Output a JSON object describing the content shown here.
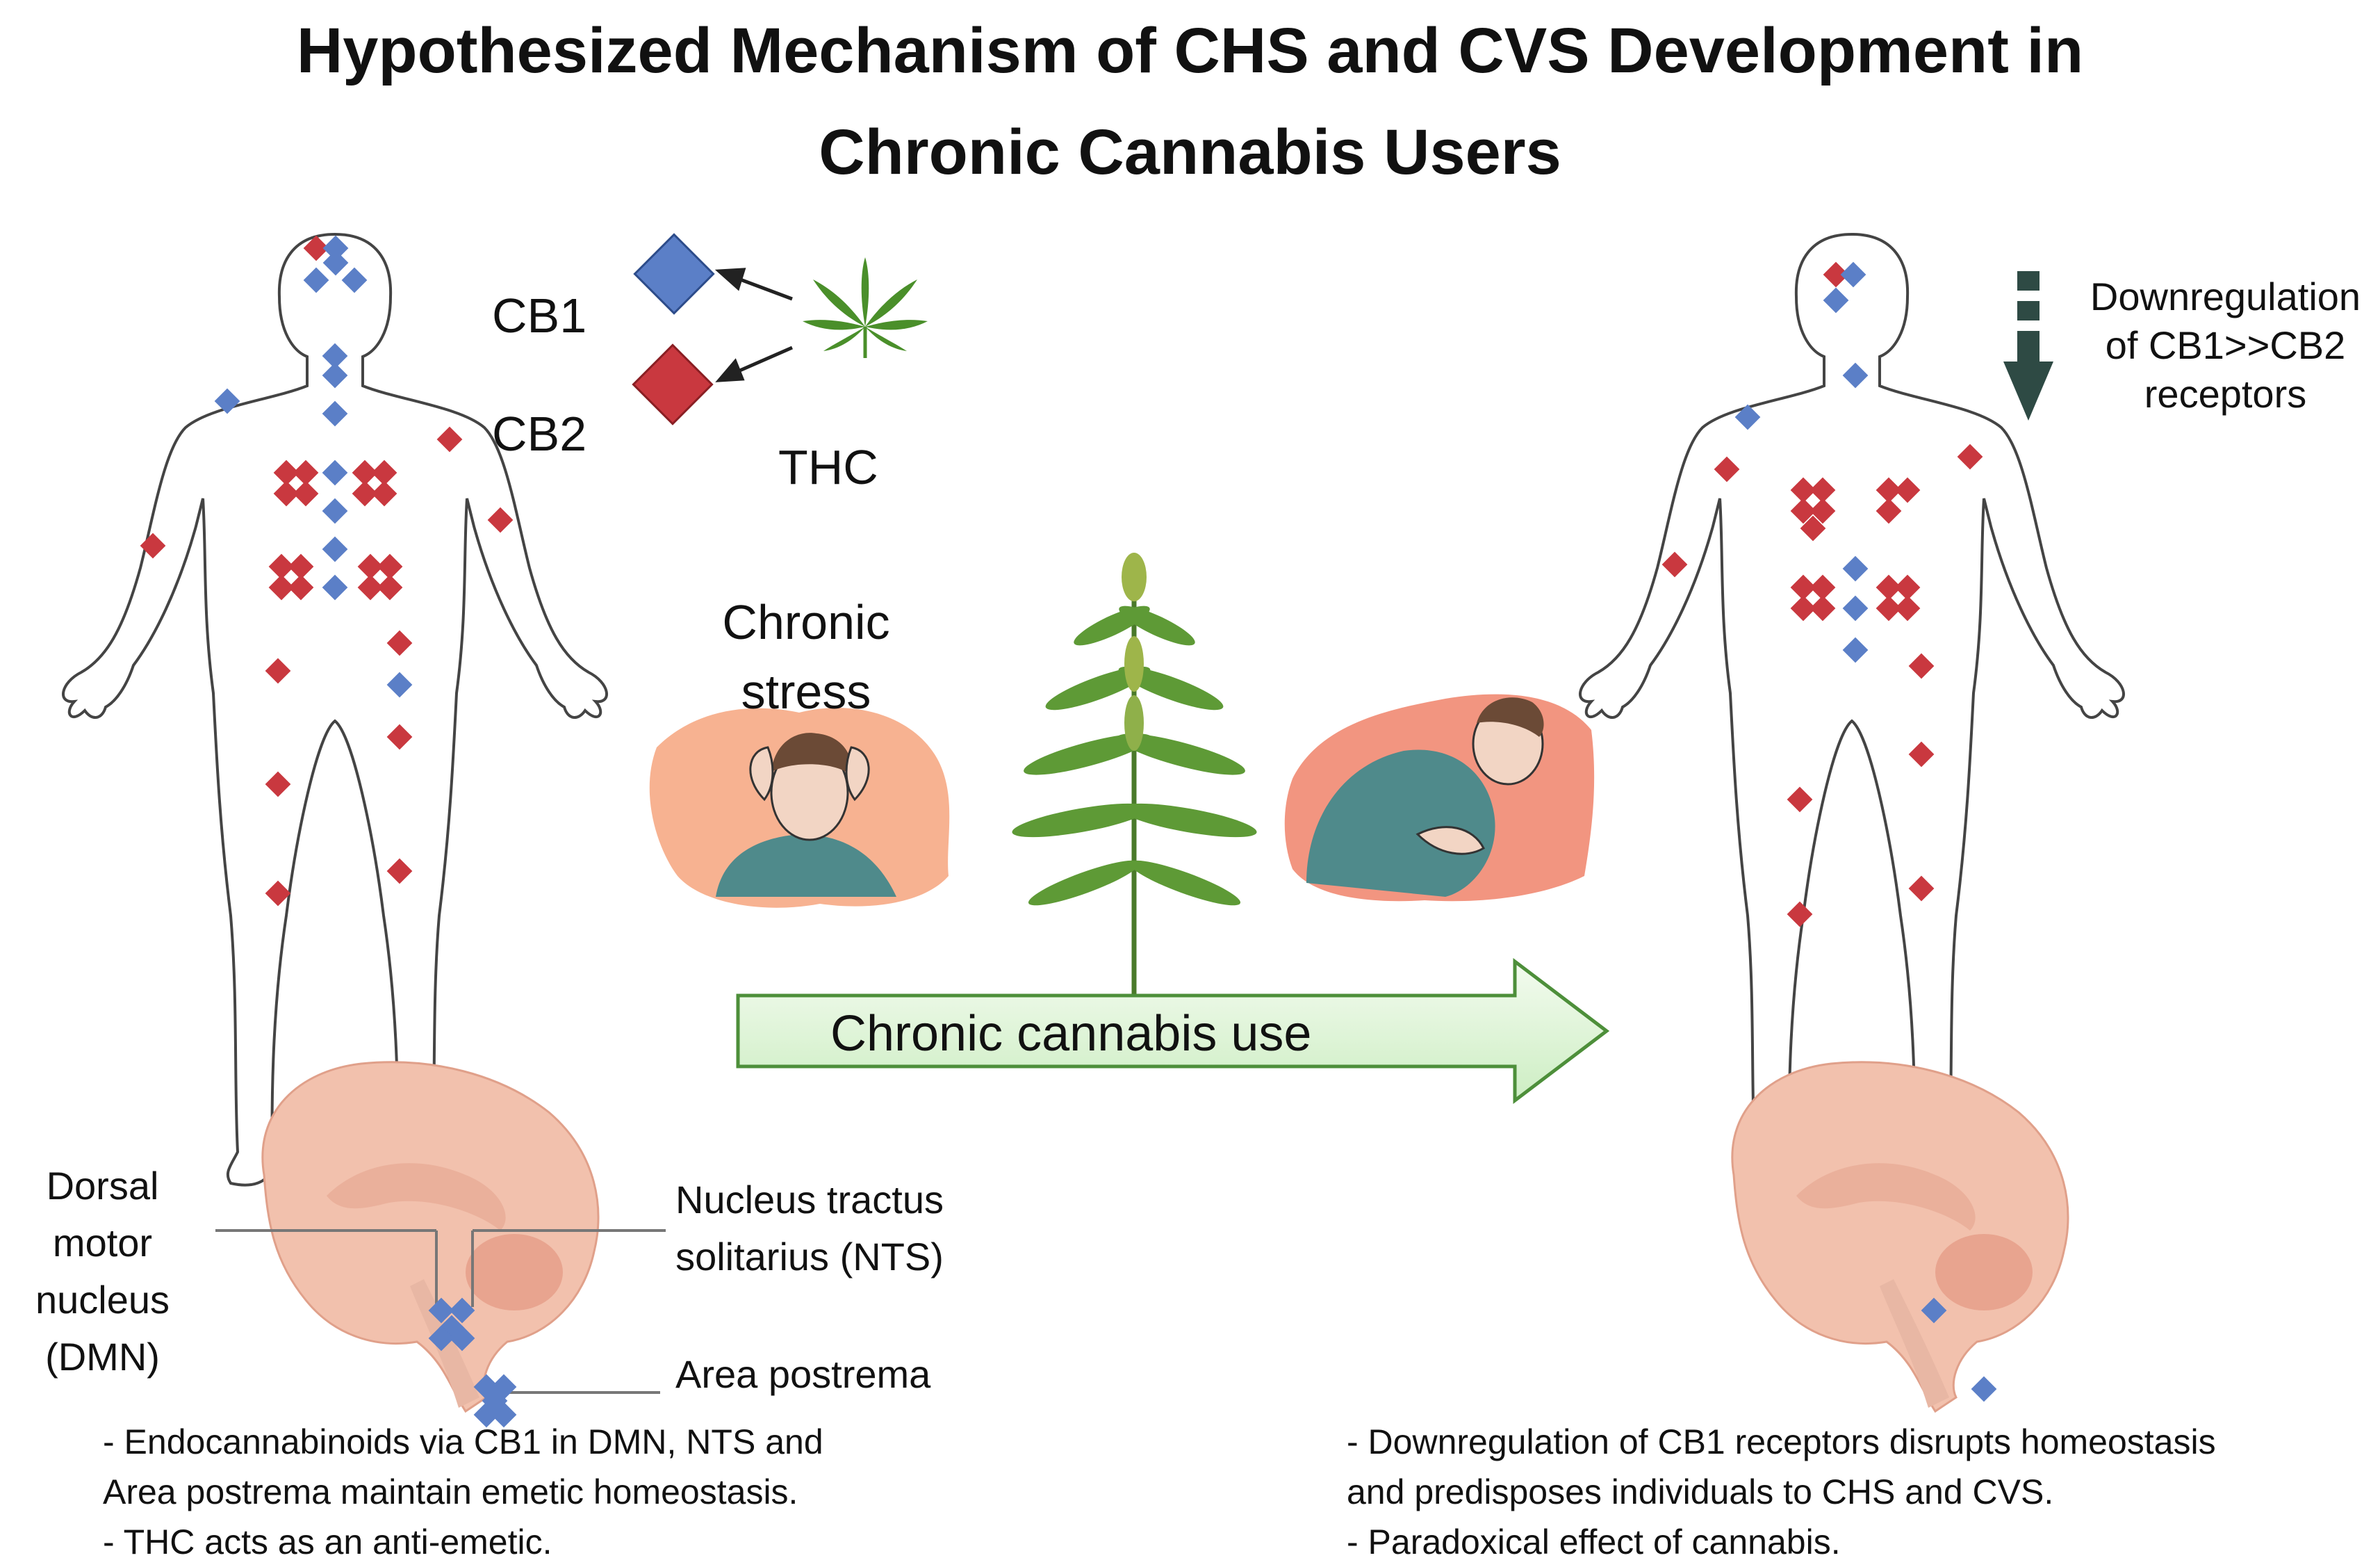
{
  "title": {
    "line1": "Hypothesized Mechanism of CHS and CVS Development in",
    "line2": "Chronic Cannabis Users"
  },
  "legend": {
    "cb1": "CB1",
    "cb2": "CB2",
    "thc": "THC",
    "cb1_color": "#5b7fc7",
    "cb2_color": "#c9383f"
  },
  "stress": {
    "line1": "Chronic",
    "line2": "stress"
  },
  "arrow_label": "Chronic cannabis use",
  "downregulation": {
    "line1": "Downregulation",
    "line2": "of CB1>>CB2",
    "line3": "receptors"
  },
  "brain_labels": {
    "dmn_line1": "Dorsal motor",
    "dmn_line2": "nucleus",
    "dmn_line3": "(DMN)",
    "nts_line1": "Nucleus tractus",
    "nts_line2": "solitarius (NTS)",
    "area_postrema": "Area postrema"
  },
  "notes_left": {
    "line1": "- Endocannabinoids via CB1 in DMN, NTS and",
    "line2": "Area postrema maintain emetic homeostasis.",
    "line3": "- THC acts as an anti-emetic."
  },
  "notes_right": {
    "line1": "- Downregulation of CB1 receptors disrupts homeostasis",
    "line2": "and predisposes individuals to CHS and CVS.",
    "line3": "- Paradoxical effect of cannabis."
  }
}
